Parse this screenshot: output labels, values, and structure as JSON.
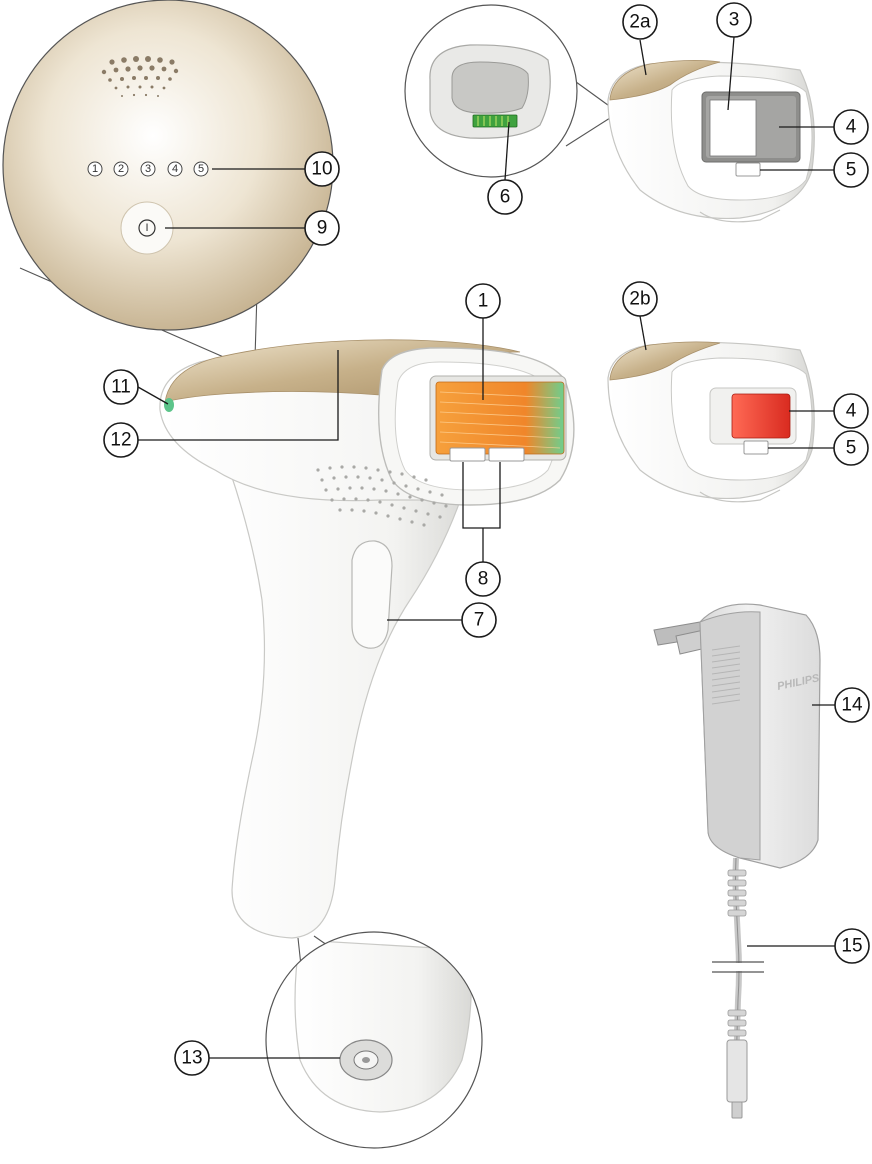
{
  "callouts": {
    "c1": "1",
    "c2a": "2a",
    "c2b": "2b",
    "c3": "3",
    "c4a": "4",
    "c4b": "4",
    "c5a": "5",
    "c5b": "5",
    "c6": "6",
    "c7": "7",
    "c8": "8",
    "c9": "9",
    "c10": "10",
    "c11": "11",
    "c12": "12",
    "c13": "13",
    "c14": "14",
    "c15": "15"
  },
  "intensity_levels": [
    "1",
    "2",
    "3",
    "4",
    "5"
  ],
  "power_symbol": "I",
  "adapter_brand": "PHILIPS",
  "colors": {
    "champagne": "#c9b48e",
    "body_white": "#f4f4f2",
    "lamp_orange": "#f39a2a",
    "filter_red": "#e8392b",
    "indicator_green": "#5cc48a"
  }
}
